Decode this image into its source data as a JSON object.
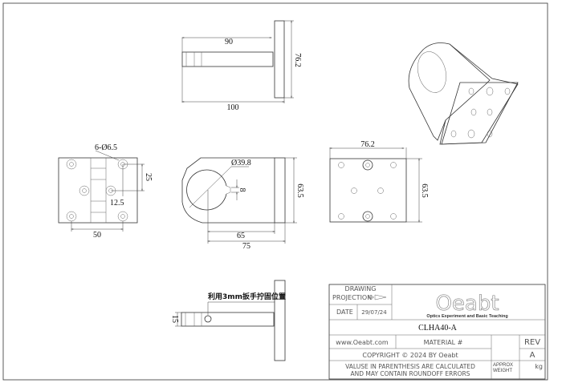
{
  "dimensions": {
    "top_90": "90",
    "top_100": "100",
    "top_76_2": "76.2",
    "holes": "6-Ø6.5",
    "hole_spacing_25": "25",
    "hole_offset_12_5": "12.5",
    "hole_pitch_50": "50",
    "bore_dia": "Ø39.8",
    "slot_8": "8",
    "height_63_5": "63.5",
    "length_65": "65",
    "length_75": "75",
    "right_width_76_2": "76.2",
    "right_height_63_5": "63.5",
    "bottom_15": "15"
  },
  "note": "利用3mm扳手拧固位置",
  "title_block": {
    "drawing_label": "DRAWING",
    "projection_label": "PROJECTION",
    "date_label": "DATE",
    "date_value": "29/07/24",
    "logo_text": "Oeabt",
    "logo_tagline": "Optics Experiment and Basic Teaching",
    "part_number": "CLHA40-A",
    "website": "www.Oeabt.com",
    "material_label": "MATERIAL #",
    "rev_label": "REV",
    "rev_value": "A",
    "copyright": "COPYRIGHT © 2024 BY Oeabt",
    "disclaimer_line1": "VALUSE IN PARENTHESIS ARE CALCULATED",
    "disclaimer_line2": "AND MAY CONTAIN ROUNDOFF ERRORS",
    "approx_label": "APPROX",
    "weight_label": "WEIGHT",
    "weight_unit": "kg"
  }
}
